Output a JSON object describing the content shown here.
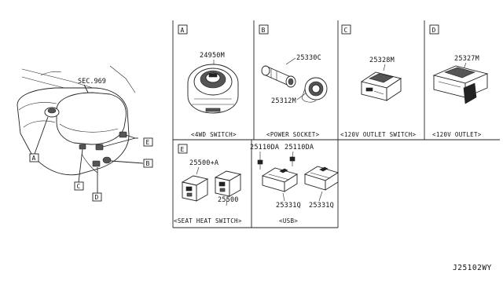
{
  "diagram": {
    "section_ref": "SEC.969",
    "drawing_ref": "J25102WY",
    "console_callouts": [
      "A",
      "C",
      "D",
      "E",
      "B"
    ]
  },
  "panels": {
    "A": {
      "letter": "A",
      "part": "24950M",
      "caption": "<4WD SWITCH>"
    },
    "B": {
      "letter": "B",
      "parts": [
        "25330C",
        "25312M"
      ],
      "caption": "<POWER SOCKET>"
    },
    "C": {
      "letter": "C",
      "part": "25328M",
      "caption": "<120V OUTLET SWITCH>"
    },
    "D": {
      "letter": "D",
      "part": "25327M",
      "caption": "<120V OUTLET>"
    },
    "E": {
      "letter": "E",
      "parts": [
        "25500+A",
        "25500"
      ],
      "caption": "<SEAT HEAT SWITCH>"
    },
    "USB": {
      "parts_top": [
        "25110DA",
        "25110DA"
      ],
      "parts_bottom": [
        "25331Q",
        "25331Q"
      ],
      "caption": "<USB>"
    }
  }
}
